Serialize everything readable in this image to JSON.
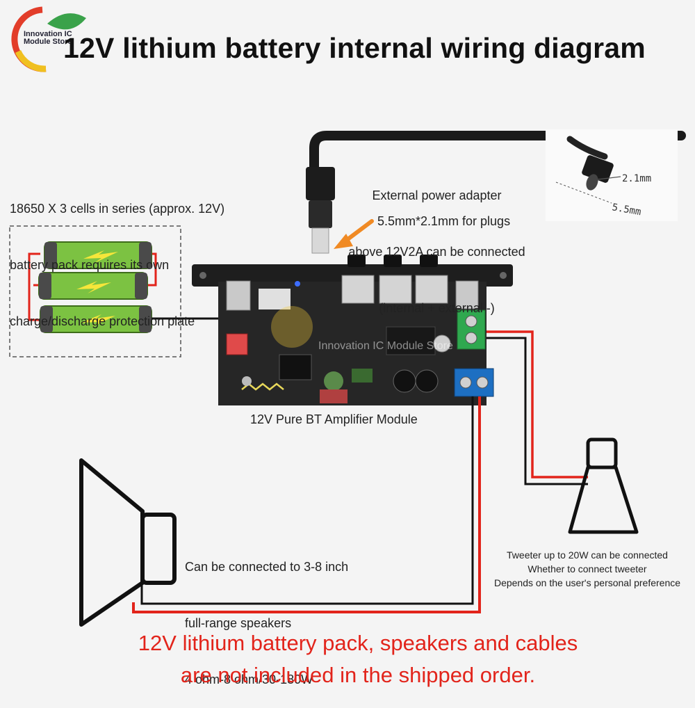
{
  "header": {
    "title": "12V lithium battery internal wiring diagram",
    "logo_text": "Innovation IC Module Store"
  },
  "battery": {
    "lines": [
      "18650 X 3 cells in series (approx. 12V)",
      "battery pack requires its own",
      "charge/discharge protection plate"
    ]
  },
  "adapter": {
    "lines": [
      "External power adapter",
      "above 12V2A can be connected",
      "(internal + external -)"
    ],
    "plug_size": "5.5mm*2.1mm for plugs",
    "dim_inner": "2.1mm",
    "dim_outer": "5.5mm"
  },
  "module": {
    "label": "12V Pure BT Amplifier Module",
    "watermark": "Innovation IC Module Store"
  },
  "speaker": {
    "lines": [
      "Can be connected to 3-8 inch",
      "full-range speakers",
      "4 ohm-8 ohm/30-180W"
    ]
  },
  "tweeter": {
    "lines": [
      "Tweeter up to 20W can be connected",
      "Whether to connect tweeter",
      "Depends on the user's personal preference"
    ]
  },
  "warning": {
    "lines": [
      "12V lithium battery pack, speakers and cables",
      "are not included in the shipped order."
    ]
  },
  "colors": {
    "wire_red": "#e2241b",
    "wire_black": "#111111",
    "warning": "#e2241b",
    "battery_green": "#7cc242",
    "terminal_green": "#2fa84f",
    "terminal_blue": "#1d6fc2"
  }
}
